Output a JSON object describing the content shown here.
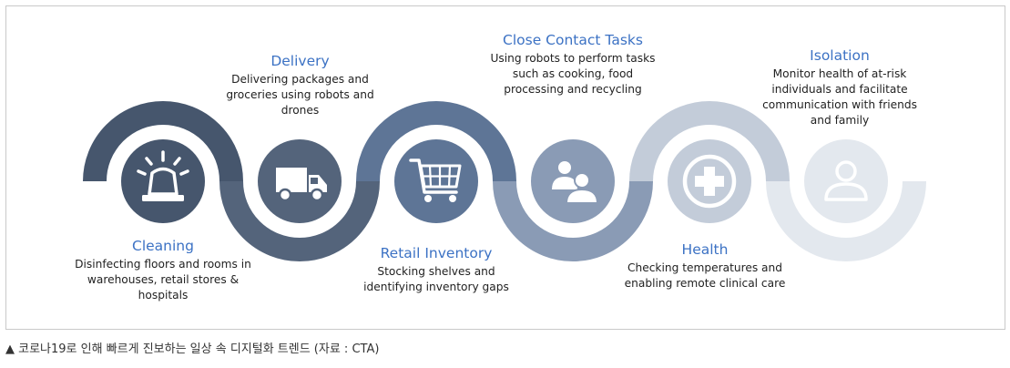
{
  "stages": [
    {
      "key": "cleaning",
      "title": "Cleaning",
      "description": "Disinfecting floors and rooms in warehouses, retail stores & hospitals",
      "icon": "siren-icon",
      "color": "#46566d"
    },
    {
      "key": "delivery",
      "title": "Delivery",
      "description": "Delivering packages and groceries using robots and drones",
      "icon": "truck-icon",
      "color": "#54647b"
    },
    {
      "key": "retail",
      "title": "Retail Inventory",
      "description": "Stocking shelves and identifying inventory gaps",
      "icon": "shopping-cart-icon",
      "color": "#5e7596"
    },
    {
      "key": "contact",
      "title": "Close Contact Tasks",
      "description": "Using robots to perform tasks such as cooking, food processing and recycling",
      "icon": "people-icon",
      "color": "#8a9bb5"
    },
    {
      "key": "health",
      "title": "Health",
      "description": "Checking temperatures and enabling remote clinical care",
      "icon": "medical-cross-icon",
      "color": "#c3ccd9"
    },
    {
      "key": "isolation",
      "title": "Isolation",
      "description": "Monitor health of at-risk individuals and facilitate communication with friends and family",
      "icon": "person-icon",
      "color": "#e3e8ee"
    }
  ],
  "caption": "▲ 코로나19로 인해 빠르게 진보하는 일상 속 디지털화 트렌드 (자료 : CTA)"
}
